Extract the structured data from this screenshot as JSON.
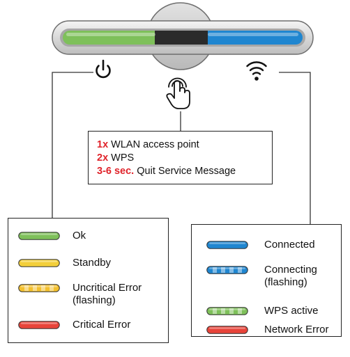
{
  "device": {
    "left_strip_color": "#7ec05a",
    "center_strip_color": "#2b2b2b",
    "right_strip_color": "#1f86d0",
    "icons": [
      "power-icon",
      "touch-hand-icon",
      "wifi-icon"
    ]
  },
  "touch_box": {
    "lines": [
      {
        "key": "1x",
        "text": "WLAN access point"
      },
      {
        "key": "2x",
        "text": "WPS"
      },
      {
        "key": "3-6 sec.",
        "text": "Quit Service Message"
      }
    ],
    "key_color": "#e0242b"
  },
  "power_legend": {
    "items": [
      {
        "label": "Ok",
        "color": "#7ec05a",
        "pattern": "solid"
      },
      {
        "label": "Standby",
        "color": "#f3cf3a",
        "pattern": "solid"
      },
      {
        "label": "Uncritical Error (flashing)",
        "color": "#f3c02e",
        "pattern": "dashed"
      },
      {
        "label": "Critical Error",
        "color": "#e8443a",
        "pattern": "solid"
      }
    ]
  },
  "wifi_legend": {
    "items": [
      {
        "label": "Connected",
        "color": "#1f86d0",
        "pattern": "solid"
      },
      {
        "label": "Connecting (flashing)",
        "color": "#1f86d0",
        "pattern": "dashed"
      },
      {
        "label": "WPS active",
        "color": "#7ec05a",
        "pattern": "dashed"
      },
      {
        "label": "Network Error",
        "color": "#e8443a",
        "pattern": "solid"
      }
    ]
  }
}
